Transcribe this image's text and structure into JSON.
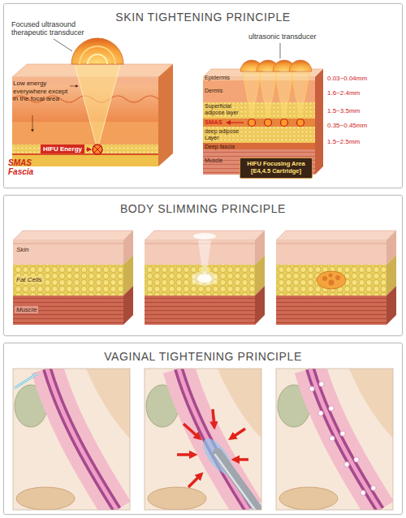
{
  "diagram": {
    "nodes": [
      {
        "text": [
          "SKIN TIGHTENING PRINCIPLE"
        ]
      },
      {
        "text": [
          "HIFU Focusing Area [E4,4.5 Cartridge]"
        ],
        "in": 0
      },
      {
        "text": [
          "BODY SLIMMING PRINCIPLE"
        ]
      },
      {
        "text": [
          "VAGINAL TIGHTENING PRINCIPLE"
        ]
      }
    ],
    "labels": [
      "Focused ultrasound therapeutic transducer",
      "Low energy everywhere except in the focal area",
      "HIFU Energy",
      "SMAS Fascia",
      "ultrasonic transducer",
      "Epidermis",
      "Dermis",
      "Superficial adipose layer",
      "SMAS",
      "deep adipose Layer",
      "Deep fascia",
      "Muscle",
      "0.03~0.04mm",
      "1.6~2.4mm",
      "1.5~3.5mm",
      "0.35~0.45mm",
      "1.5~2.5mm",
      "Skin",
      "Fat Cells",
      "Muscle"
    ]
  }
}
